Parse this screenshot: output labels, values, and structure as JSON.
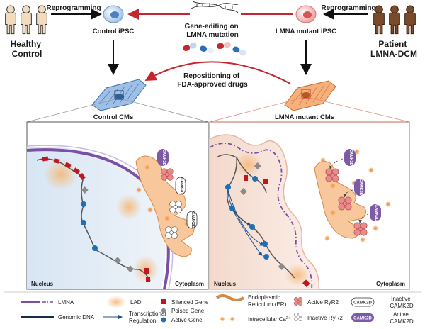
{
  "top": {
    "healthy_control": [
      "Healthy",
      "Control"
    ],
    "patient": [
      "Patient",
      "LMNA-DCM"
    ],
    "reprogramming_left": "Reprogramming",
    "reprogramming_right": "Reprogramming",
    "control_ipsc": "Control iPSC",
    "mutant_ipsc": "LMNA mutant iPSC",
    "gene_editing": [
      "Gene-editing on",
      "LMNA mutation"
    ],
    "repositioning": [
      "Repositioning of",
      "FDA-approved drugs"
    ],
    "control_cms": "Control CMs",
    "mutant_cms": "LMNA mutant CMs"
  },
  "panels": {
    "left": {
      "nucleus": "Nucleus",
      "cytoplasm": "Cytoplasm",
      "camk": [
        "CAMK2D",
        "CAMK2D",
        "CAMK2D"
      ]
    },
    "right": {
      "nucleus": "Nucleus",
      "cytoplasm": "Cytoplasm",
      "camk": [
        "CAMK2D",
        "CAMK2D",
        "CAMK2D"
      ]
    }
  },
  "legend": {
    "lmna": "LMNA",
    "genomic_dna": "Genomic DNA",
    "lad": "LAD",
    "transcriptional": [
      "Transcriptional",
      "Regulation"
    ],
    "silenced": "Silenced Gene",
    "poised": "Poised Gene",
    "active": "Active Gene",
    "er": [
      "Endoplasmic",
      "Reticulum (ER)"
    ],
    "calcium": "Intracellular Ca",
    "calcium_sup": "2+",
    "active_ryr2": "Active RyR2",
    "inactive_ryr2": "Inactive RyR2",
    "camk_badge": "CAMK2D",
    "inactive_camk": [
      "Inactive",
      "CAMK2D"
    ],
    "active_camk": [
      "Active",
      "CAMK2D"
    ]
  },
  "colors": {
    "red_arrow": "#c4262e",
    "lamina_purple": "#7b4fa3",
    "camk_active": "#7c5aa6",
    "silenced_red": "#c0161e",
    "active_blue": "#1f6fb8",
    "poised_gray": "#8a8a8a",
    "control_panel_bg": "#e3ecf6",
    "mutant_panel_bg": "#f7e6dc",
    "er_orange": "#f4a56a",
    "ryr_active": "#e98b8b"
  }
}
